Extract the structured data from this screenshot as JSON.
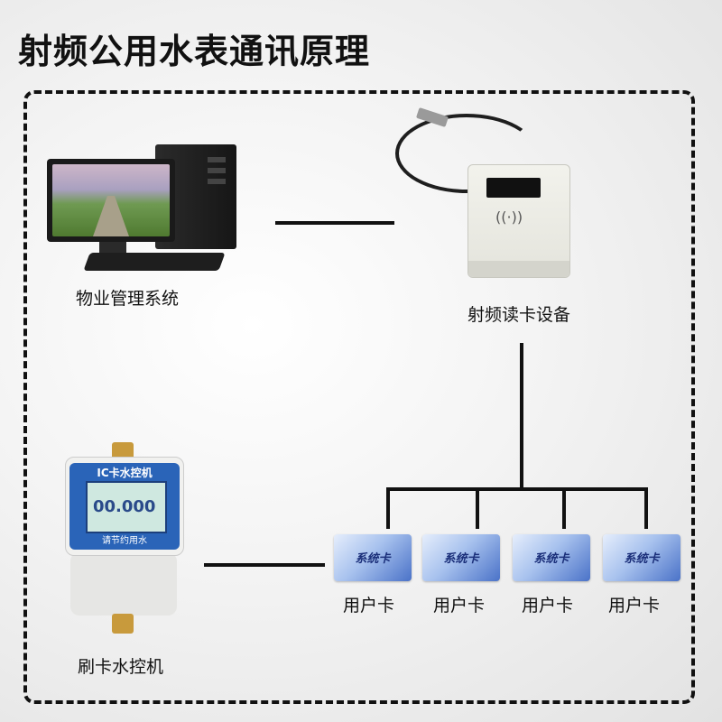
{
  "title": "射频公用水表通讯原理",
  "nodes": {
    "computer_label": "物业管理系统",
    "reader_label": "射频读卡设备",
    "meter_label": "刷卡水控机"
  },
  "meter": {
    "header": "IC卡水控机",
    "digits": "00.000",
    "footer": "请节约用水"
  },
  "cards": [
    {
      "face": "系统卡",
      "label": "用户卡"
    },
    {
      "face": "系统卡",
      "label": "用户卡"
    },
    {
      "face": "系统卡",
      "label": "用户卡"
    },
    {
      "face": "系统卡",
      "label": "用户卡"
    }
  ],
  "reader": {
    "rf_mark": "((·))"
  }
}
